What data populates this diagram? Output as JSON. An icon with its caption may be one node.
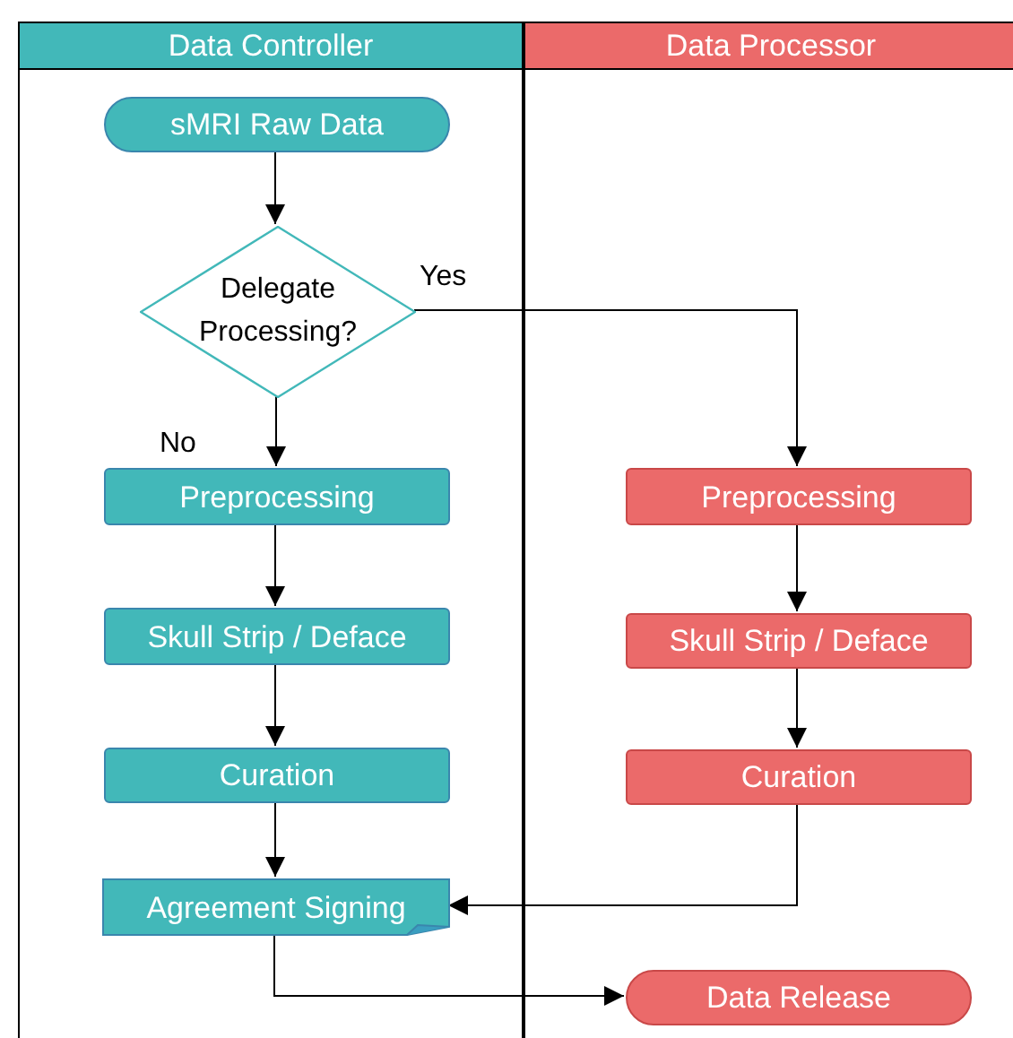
{
  "diagram": {
    "nodes": [
      {
        "text": [
          "Data Controller"
        ]
      },
      {
        "text": [
          "Data Processor"
        ]
      },
      {
        "text": [
          "sMRI Raw Data"
        ],
        "in": 0
      },
      {
        "text": [
          "Delegate Processing?"
        ],
        "in": 0
      },
      {
        "text": [
          "Preprocessing"
        ],
        "in": 0
      },
      {
        "text": [
          "Skull Strip / Deface"
        ],
        "in": 0
      },
      {
        "text": [
          "Curation"
        ],
        "in": 0
      },
      {
        "text": [
          "Agreement Signing"
        ],
        "in": 0
      },
      {
        "text": [
          "Preprocessing"
        ],
        "in": 1
      },
      {
        "text": [
          "Skull Strip / Deface"
        ],
        "in": 1
      },
      {
        "text": [
          "Curation"
        ],
        "in": 1
      },
      {
        "text": [
          "Data Release"
        ],
        "in": 1
      }
    ],
    "edges": [
      {
        "from": 2,
        "to": 3,
        "arrow": "to"
      },
      {
        "from": 3,
        "to": 4,
        "arrow": "to",
        "label": "No"
      },
      {
        "from": 3,
        "to": 8,
        "arrow": "to",
        "label": "Yes"
      },
      {
        "from": 4,
        "to": 5,
        "arrow": "to"
      },
      {
        "from": 5,
        "to": 6,
        "arrow": "to"
      },
      {
        "from": 6,
        "to": 7,
        "arrow": "to"
      },
      {
        "from": 8,
        "to": 9,
        "arrow": "to"
      },
      {
        "from": 9,
        "to": 10,
        "arrow": "to"
      },
      {
        "from": 10,
        "to": 7,
        "arrow": "to"
      },
      {
        "from": 7,
        "to": 11,
        "arrow": "to"
      }
    ]
  }
}
